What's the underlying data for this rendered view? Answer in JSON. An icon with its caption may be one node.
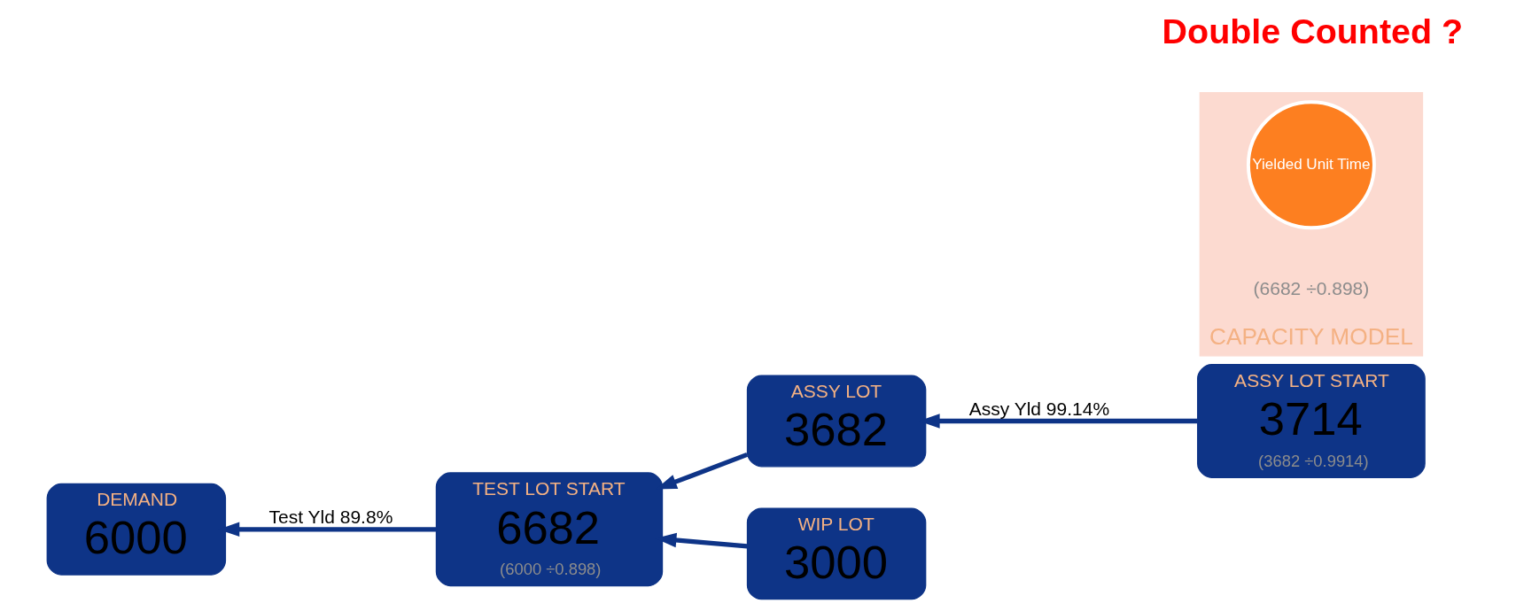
{
  "diagram": {
    "nodes": [
      {
        "text": [
          "DEMAND",
          "6000"
        ]
      },
      {
        "text": [
          "TEST LOT START",
          "6682",
          "(6000 ÷0.898)"
        ]
      },
      {
        "text": [
          "ASSY LOT",
          "3682"
        ]
      },
      {
        "text": [
          "ASSY LOT START",
          "3714",
          "(3682 ÷0.9914)"
        ]
      },
      {
        "text": [
          "WIP LOT",
          "3000"
        ]
      },
      {
        "text": [
          "CAPACITY MODEL"
        ],
        "beside": [
          "(6682 ÷0.898)"
        ]
      },
      {
        "text": [
          "Yielded Unit Time"
        ],
        "in": 5
      }
    ],
    "edges": [
      {
        "from": 1,
        "to": 0,
        "arrow": "to",
        "label": "Test Yld 89.8%"
      },
      {
        "from": 2,
        "to": 1,
        "arrow": "to"
      },
      {
        "from": 4,
        "to": 1,
        "arrow": "to"
      },
      {
        "from": 3,
        "to": 2,
        "arrow": "to",
        "label": "Assy Yld 99.14%"
      }
    ],
    "labels": [
      "Double Counted ?"
    ]
  }
}
